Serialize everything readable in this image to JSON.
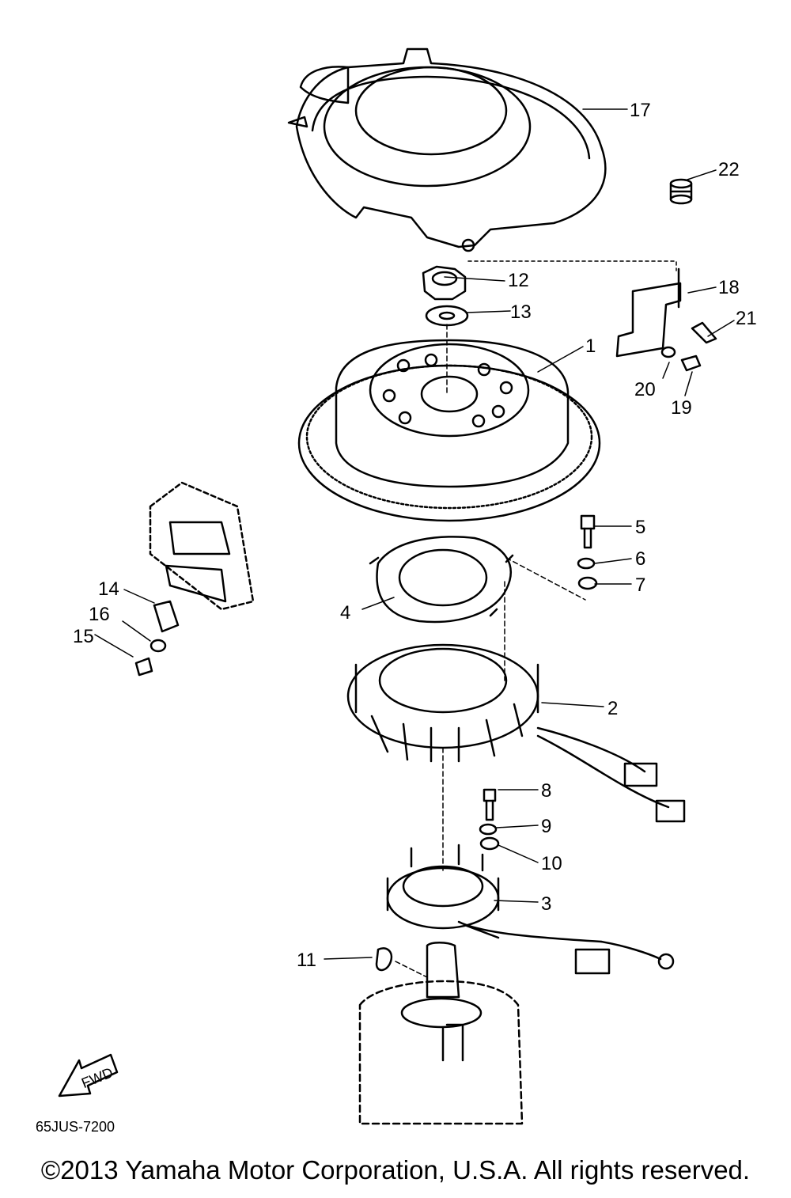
{
  "diagram": {
    "part_labels": [
      "1",
      "2",
      "3",
      "4",
      "5",
      "6",
      "7",
      "8",
      "9",
      "10",
      "11",
      "12",
      "13",
      "14",
      "15",
      "16",
      "17",
      "18",
      "19",
      "20",
      "21",
      "22"
    ],
    "diagram_code": "65JUS-7200",
    "fwd_label": "FWD"
  },
  "footer": {
    "copyright": "©2013 Yamaha Motor Corporation, U.S.A. All rights reserved."
  }
}
